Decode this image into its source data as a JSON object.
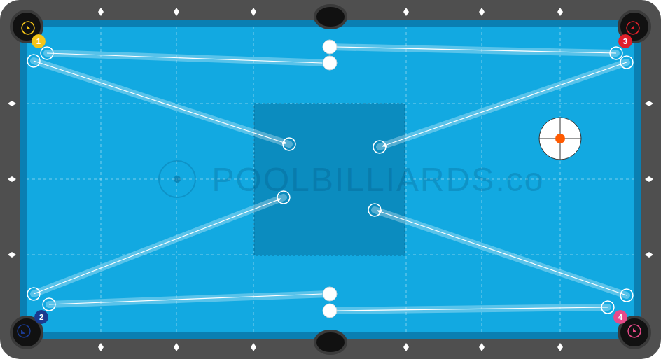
{
  "diagram": {
    "nodes": [
      {
        "text": [
          "1"
        ]
      },
      {
        "text": [
          "3"
        ]
      },
      {
        "text": [
          "2"
        ]
      },
      {
        "text": [
          "4"
        ]
      }
    ],
    "labels": [
      "POOLBILLIARDS.co"
    ]
  }
}
